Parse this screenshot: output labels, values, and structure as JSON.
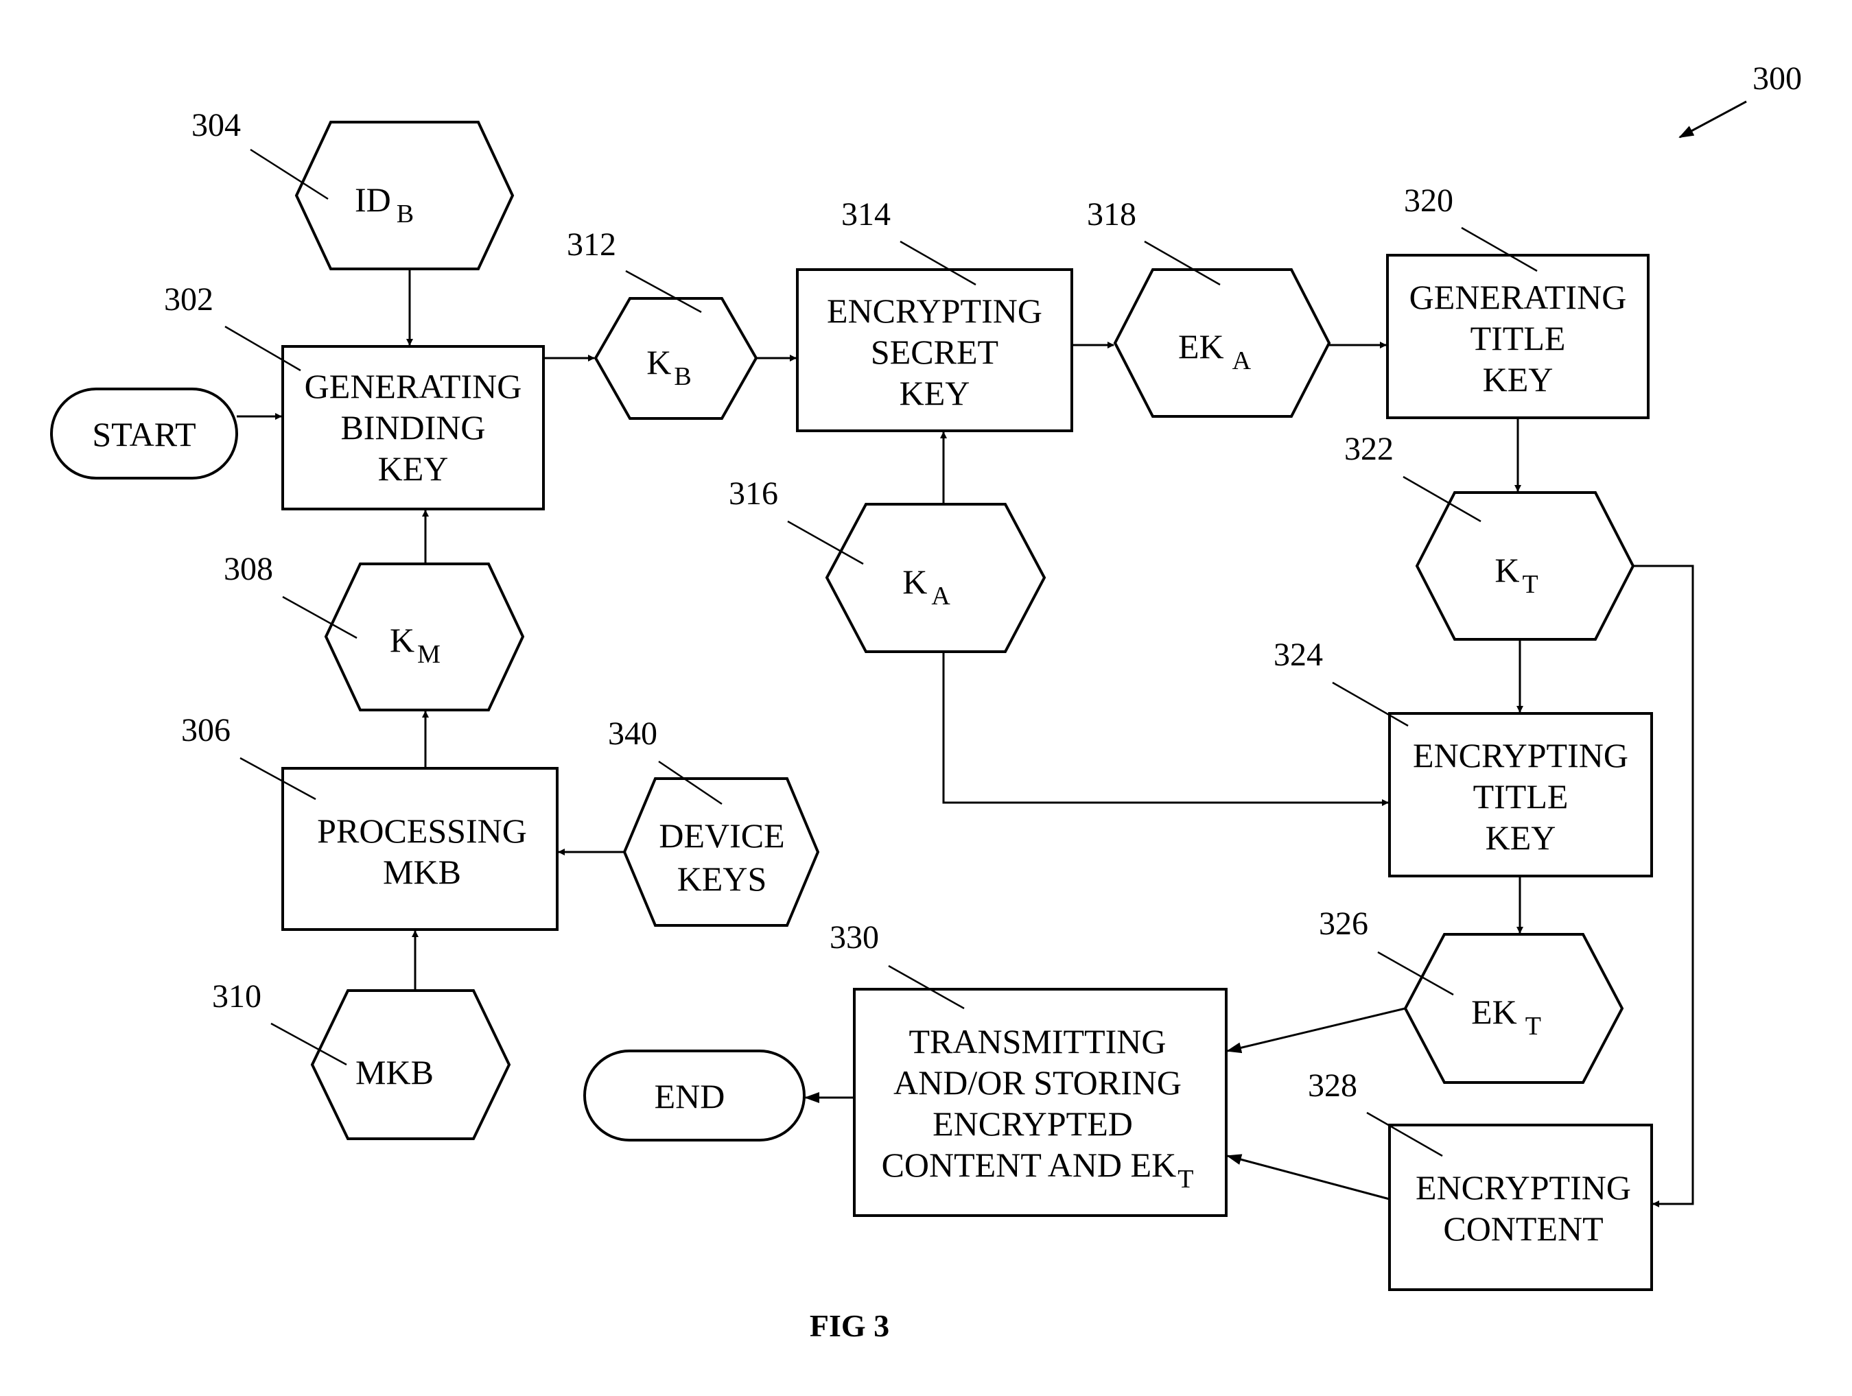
{
  "figure": {
    "ref": "300",
    "caption": "FIG 3"
  },
  "nodes": {
    "start": {
      "text": "START"
    },
    "end": {
      "text": "END"
    },
    "generating_binding_key": {
      "ref": "302",
      "lines": [
        "GENERATING",
        "BINDING",
        "KEY"
      ]
    },
    "id_b": {
      "ref": "304",
      "main": "ID",
      "sub": "B"
    },
    "processing_mkb": {
      "ref": "306",
      "lines": [
        "PROCESSING",
        "MKB"
      ]
    },
    "k_m": {
      "ref": "308",
      "main": "K",
      "sub": "M"
    },
    "mkb": {
      "ref": "310",
      "text": "MKB"
    },
    "k_b": {
      "ref": "312",
      "main": "K",
      "sub": "B"
    },
    "encrypting_secret_key": {
      "ref": "314",
      "lines": [
        "ENCRYPTING",
        "SECRET",
        "KEY"
      ]
    },
    "k_a": {
      "ref": "316",
      "main": "K",
      "sub": "A"
    },
    "ek_a": {
      "ref": "318",
      "main": "EK",
      "sub": "A"
    },
    "generating_title_key": {
      "ref": "320",
      "lines": [
        "GENERATING",
        "TITLE",
        "KEY"
      ]
    },
    "k_t": {
      "ref": "322",
      "main": "K",
      "sub": "T"
    },
    "encrypting_title_key": {
      "ref": "324",
      "lines": [
        "ENCRYPTING",
        "TITLE",
        "KEY"
      ]
    },
    "ek_t": {
      "ref": "326",
      "main": "EK",
      "sub": "T"
    },
    "encrypting_content": {
      "ref": "328",
      "lines": [
        "ENCRYPTING",
        "CONTENT"
      ]
    },
    "transmitting": {
      "ref": "330",
      "lines": [
        "TRANSMITTING",
        "AND/OR STORING",
        "ENCRYPTED"
      ],
      "last_main": "CONTENT AND EK",
      "last_sub": "T"
    },
    "device_keys": {
      "ref": "340",
      "lines": [
        "DEVICE",
        "KEYS"
      ]
    }
  }
}
